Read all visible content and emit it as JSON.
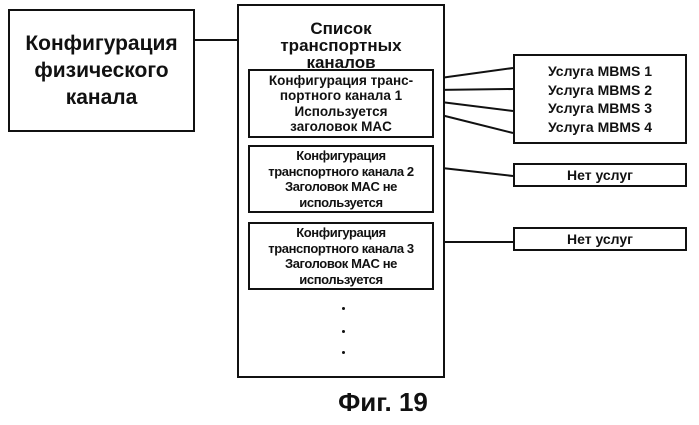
{
  "physical": {
    "lines": [
      "Конфигурация",
      "физического",
      "канала"
    ]
  },
  "list": {
    "title_lines": [
      "Список",
      "транспортных",
      "каналов"
    ],
    "channels": [
      {
        "lines": [
          "Конфигурация транс-",
          "портного канала 1",
          "Используется",
          "заголовок MAC"
        ]
      },
      {
        "lines": [
          "Конфигурация",
          "транспортного канала 2",
          "Заголовок MAC не",
          "используется"
        ]
      },
      {
        "lines": [
          "Конфигурация",
          "транспортного канала 3",
          "Заголовок MAC не",
          "используется"
        ]
      }
    ],
    "ellipsis": "..."
  },
  "services": {
    "mbms": [
      "Услуга MBMS 1",
      "Услуга MBMS 2",
      "Услуга MBMS 3",
      "Услуга MBMS 4"
    ],
    "none_2": "Нет услуг",
    "none_3": "Нет услуг"
  },
  "caption": "Фиг. 19"
}
